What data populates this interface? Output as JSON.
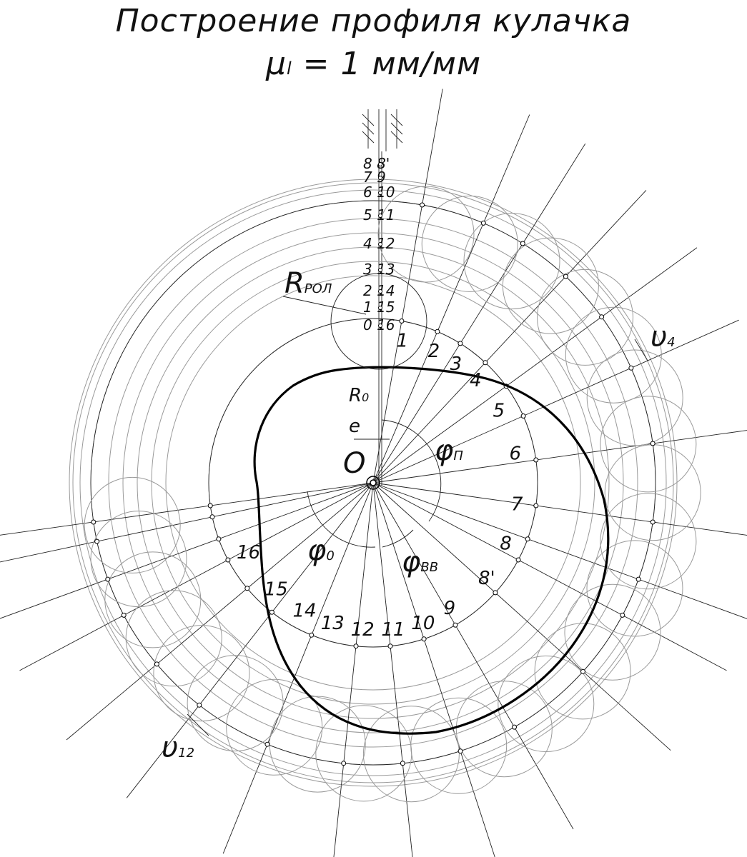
{
  "title": {
    "line1": "Построение профиля кулачка",
    "line2_symbol": "μ",
    "line2_sub": "l",
    "line2_rest": " = 1 мм/мм"
  },
  "labels": {
    "r_roller": "R",
    "r_roller_sub": "РОЛ",
    "r0": "R",
    "r0_sub": "0",
    "eccentricity": "e",
    "center": "O",
    "phi_p": "φ",
    "phi_p_sub": "П",
    "phi_o": "φ",
    "phi_o_sub": "0",
    "phi_vv": "φ",
    "phi_vv_sub": "ВВ",
    "v4": "υ",
    "v4_sub": "4",
    "v12": "υ",
    "v12_sub": "12"
  },
  "follower_positions": [
    "8 8'",
    "7 9",
    "6 10",
    "5 11",
    "4 12",
    "3 13",
    "2 14",
    "1 15",
    "0 16"
  ],
  "ray_numbers": [
    "1",
    "2",
    "3",
    "4",
    "5",
    "6",
    "7",
    "8",
    "8'",
    "9",
    "10",
    "11",
    "12",
    "13",
    "14",
    "15",
    "16"
  ],
  "colors": {
    "ink": "#111111",
    "construction": "#9a9a9a",
    "profile": "#000000",
    "background": "#ffffff"
  }
}
